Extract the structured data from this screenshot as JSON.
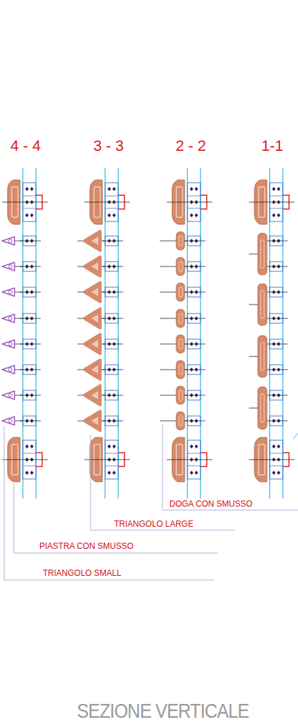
{
  "diagram": {
    "caption": "SEZIONE VERTICALE",
    "labels": [
      "4 - 4",
      "3 - 3",
      "2 - 2",
      "1-1",
      "DOGA CON SMUSSO",
      "TRIANGOLO LARGE",
      "PIASTRA CON SMUSSO",
      "TRIANGOLO SMALL"
    ]
  }
}
